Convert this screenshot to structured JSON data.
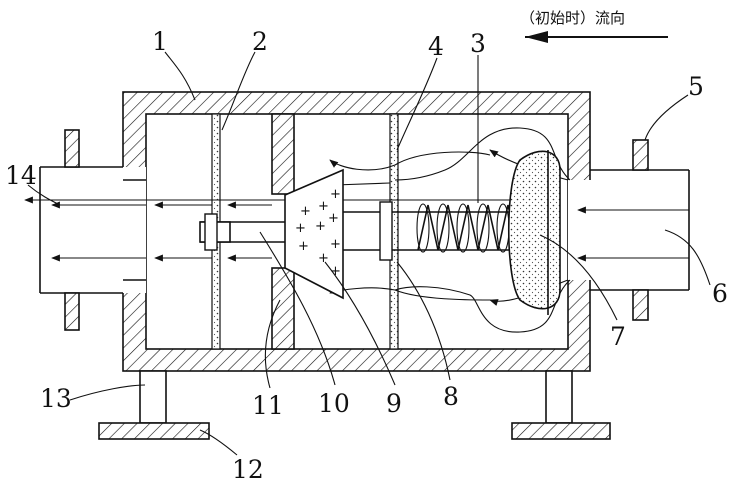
{
  "legend": {
    "text": "（初始时）流向"
  },
  "labels": [
    {
      "key": "n1",
      "text": "1"
    },
    {
      "key": "n2",
      "text": "2"
    },
    {
      "key": "n3",
      "text": "3"
    },
    {
      "key": "n4",
      "text": "4"
    },
    {
      "key": "n5",
      "text": "5"
    },
    {
      "key": "n6",
      "text": "6"
    },
    {
      "key": "n7",
      "text": "7"
    },
    {
      "key": "n8",
      "text": "8"
    },
    {
      "key": "n9",
      "text": "9"
    },
    {
      "key": "n10",
      "text": "10"
    },
    {
      "key": "n11",
      "text": "11"
    },
    {
      "key": "n12",
      "text": "12"
    },
    {
      "key": "n13",
      "text": "13"
    },
    {
      "key": "n14",
      "text": "14"
    }
  ]
}
